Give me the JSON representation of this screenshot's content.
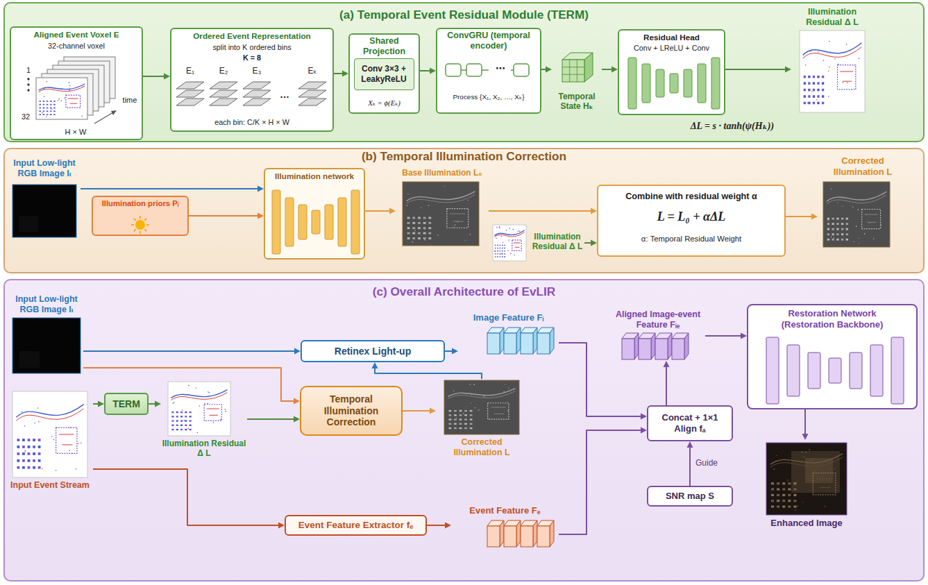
{
  "diagram": {
    "nodes": [
      {
        "text": [
          "(a) Temporal Event Residual Module (TERM)"
        ]
      },
      {
        "text": [
          "Aligned Event Voxel E",
          "32-channel voxel",
          "1",
          "32",
          "time",
          "H × W"
        ],
        "in": 0
      },
      {
        "text": [
          "Ordered Event Representation",
          "split into K ordered bins",
          "K = 8",
          "E₁",
          "E₂",
          "E₃",
          "…",
          "Eₖ",
          "each bin: C/K × H × W"
        ],
        "in": 0
      },
      {
        "text": [
          "Shared Projection",
          "Xₖ = ϕ(Eₖ)"
        ],
        "in": 0
      },
      {
        "text": [
          "Conv 3×3 + LeakyReLU"
        ],
        "in": 3
      },
      {
        "text": [
          "ConvGRU (temporal encoder)",
          "⋯",
          "Process {X₁, X₂, …, Xₖ}"
        ],
        "in": 0
      },
      {
        "text": [
          "Temporal State Hₖ"
        ],
        "in": 0
      },
      {
        "text": [
          "Residual Head",
          "Conv + LReLU + Conv"
        ],
        "in": 0
      },
      {
        "text": [
          "Illumination Residual Δ L"
        ],
        "in": 0
      },
      {
        "text": [
          "(b) Temporal Illumination Correction"
        ]
      },
      {
        "text": [
          "Input Low-light RGB Image Iₗ"
        ],
        "in": 9
      },
      {
        "text": [
          "Illumination priors Pᵢ"
        ],
        "in": 9
      },
      {
        "text": [
          "Illumination network"
        ],
        "in": 9
      },
      {
        "text": [
          "Base Illumination L₀"
        ],
        "in": 9
      },
      {
        "text": [
          "Illumination Residual Δ L"
        ],
        "in": 9
      },
      {
        "text": [
          "Combine with residual weight α",
          "L = L₀ + αΔL",
          "α: Temporal Residual Weight"
        ],
        "in": 9
      },
      {
        "text": [
          "Corrected Illumination L"
        ],
        "in": 9
      },
      {
        "text": [
          "(c) Overall Architecture of EvLIR"
        ]
      },
      {
        "text": [
          "Input Low-light RGB Image Iₗ"
        ],
        "in": 17
      },
      {
        "text": [
          "Retinex Light-up"
        ],
        "in": 17
      },
      {
        "text": [
          "Image Feature Fᵢ"
        ],
        "in": 17
      },
      {
        "text": [
          "TERM"
        ],
        "in": 17
      },
      {
        "text": [
          "Illumination Residual Δ L"
        ],
        "in": 17
      },
      {
        "text": [
          "Temporal Illumination Correction"
        ],
        "in": 17
      },
      {
        "text": [
          "Corrected Illumination L"
        ],
        "in": 17
      },
      {
        "text": [
          "Input Event Stream"
        ],
        "in": 17
      },
      {
        "text": [
          "Event Feature Extractor fₑ"
        ],
        "in": 17
      },
      {
        "text": [
          "Event Feature Fₑ"
        ],
        "in": 17
      },
      {
        "text": [
          "Aligned Image-event Feature Fᵢₑ"
        ],
        "in": 17
      },
      {
        "text": [
          "Concat + 1×1 Align fₐ"
        ],
        "in": 17
      },
      {
        "text": [
          "SNR map S"
        ],
        "in": 17
      },
      {
        "text": [
          "Restoration Network (Restoration Backbone)"
        ],
        "in": 17
      },
      {
        "text": [
          "Enhanced Image"
        ],
        "in": 17
      }
    ],
    "edges": [
      {
        "from": 1,
        "to": 2,
        "arrow": "to"
      },
      {
        "from": 2,
        "to": 3,
        "arrow": "to"
      },
      {
        "from": 3,
        "to": 5,
        "arrow": "to"
      },
      {
        "from": 5,
        "to": 6,
        "arrow": "to"
      },
      {
        "from": 6,
        "to": 7,
        "arrow": "to"
      },
      {
        "from": 7,
        "to": 8,
        "arrow": "to"
      },
      {
        "from": 10,
        "to": 12,
        "arrow": "to"
      },
      {
        "from": 11,
        "to": 12,
        "arrow": "to"
      },
      {
        "from": 12,
        "to": 13,
        "arrow": "to"
      },
      {
        "from": 13,
        "to": 15,
        "arrow": "to"
      },
      {
        "from": 14,
        "to": 15,
        "arrow": "to"
      },
      {
        "from": 15,
        "to": 16,
        "arrow": "to"
      },
      {
        "from": 18,
        "to": 19,
        "arrow": "to"
      },
      {
        "from": 18,
        "to": 23,
        "arrow": "to"
      },
      {
        "from": 25,
        "to": 21,
        "arrow": "to"
      },
      {
        "from": 21,
        "to": 22,
        "arrow": "to"
      },
      {
        "from": 22,
        "to": 23,
        "arrow": "to"
      },
      {
        "from": 23,
        "to": 24,
        "arrow": "to"
      },
      {
        "from": 24,
        "to": 19,
        "arrow": "to"
      },
      {
        "from": 19,
        "to": 20,
        "arrow": "to"
      },
      {
        "from": 25,
        "to": 26,
        "arrow": "to"
      },
      {
        "from": 26,
        "to": 27,
        "arrow": "to"
      },
      {
        "from": 20,
        "to": 29,
        "arrow": "to"
      },
      {
        "from": 27,
        "to": 29,
        "arrow": "to"
      },
      {
        "from": 29,
        "to": 28,
        "arrow": "to"
      },
      {
        "from": 30,
        "to": 29,
        "label": "Guide",
        "arrow": "to"
      },
      {
        "from": 28,
        "to": 31,
        "arrow": "to"
      },
      {
        "from": 31,
        "to": 32,
        "arrow": "to"
      }
    ],
    "labels": [
      "ΔL = s · tanh(ψ(Hₖ))"
    ]
  }
}
